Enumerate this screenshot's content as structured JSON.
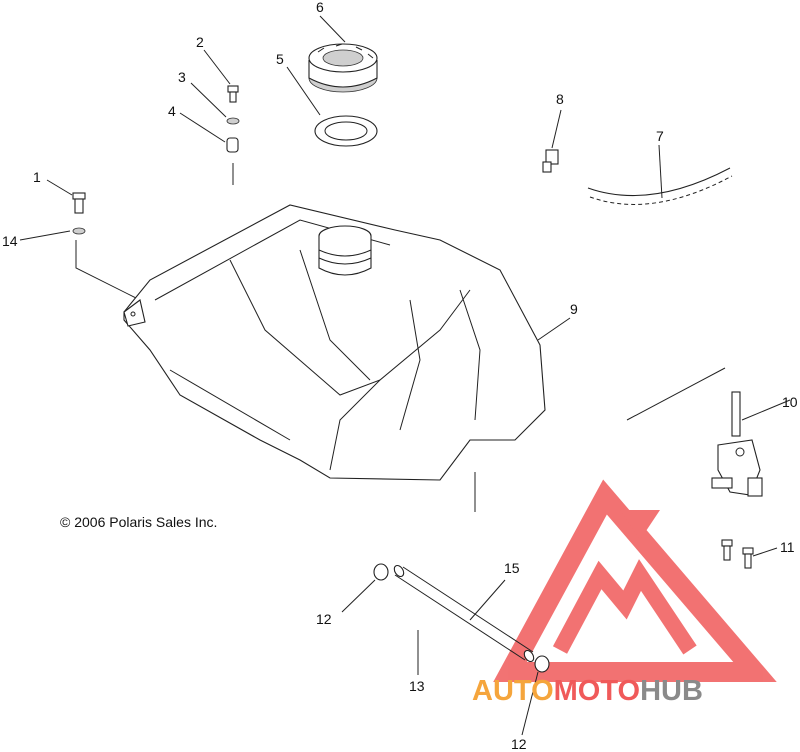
{
  "callouts": {
    "c1": "1",
    "c2": "2",
    "c3": "3",
    "c4": "4",
    "c5": "5",
    "c6": "6",
    "c7": "7",
    "c8": "8",
    "c9": "9",
    "c10": "10",
    "c11": "11",
    "c12a": "12",
    "c12b": "12",
    "c13": "13",
    "c14": "14",
    "c15": "15"
  },
  "copyright": "© 2006 Polaris Sales Inc.",
  "watermark": {
    "part1": "AUTO",
    "part2": "MOTO",
    "part3": "HUB",
    "colors": {
      "red": "#f05a5a",
      "orange": "#f5a53c",
      "gray": "#8a8a8a"
    }
  }
}
